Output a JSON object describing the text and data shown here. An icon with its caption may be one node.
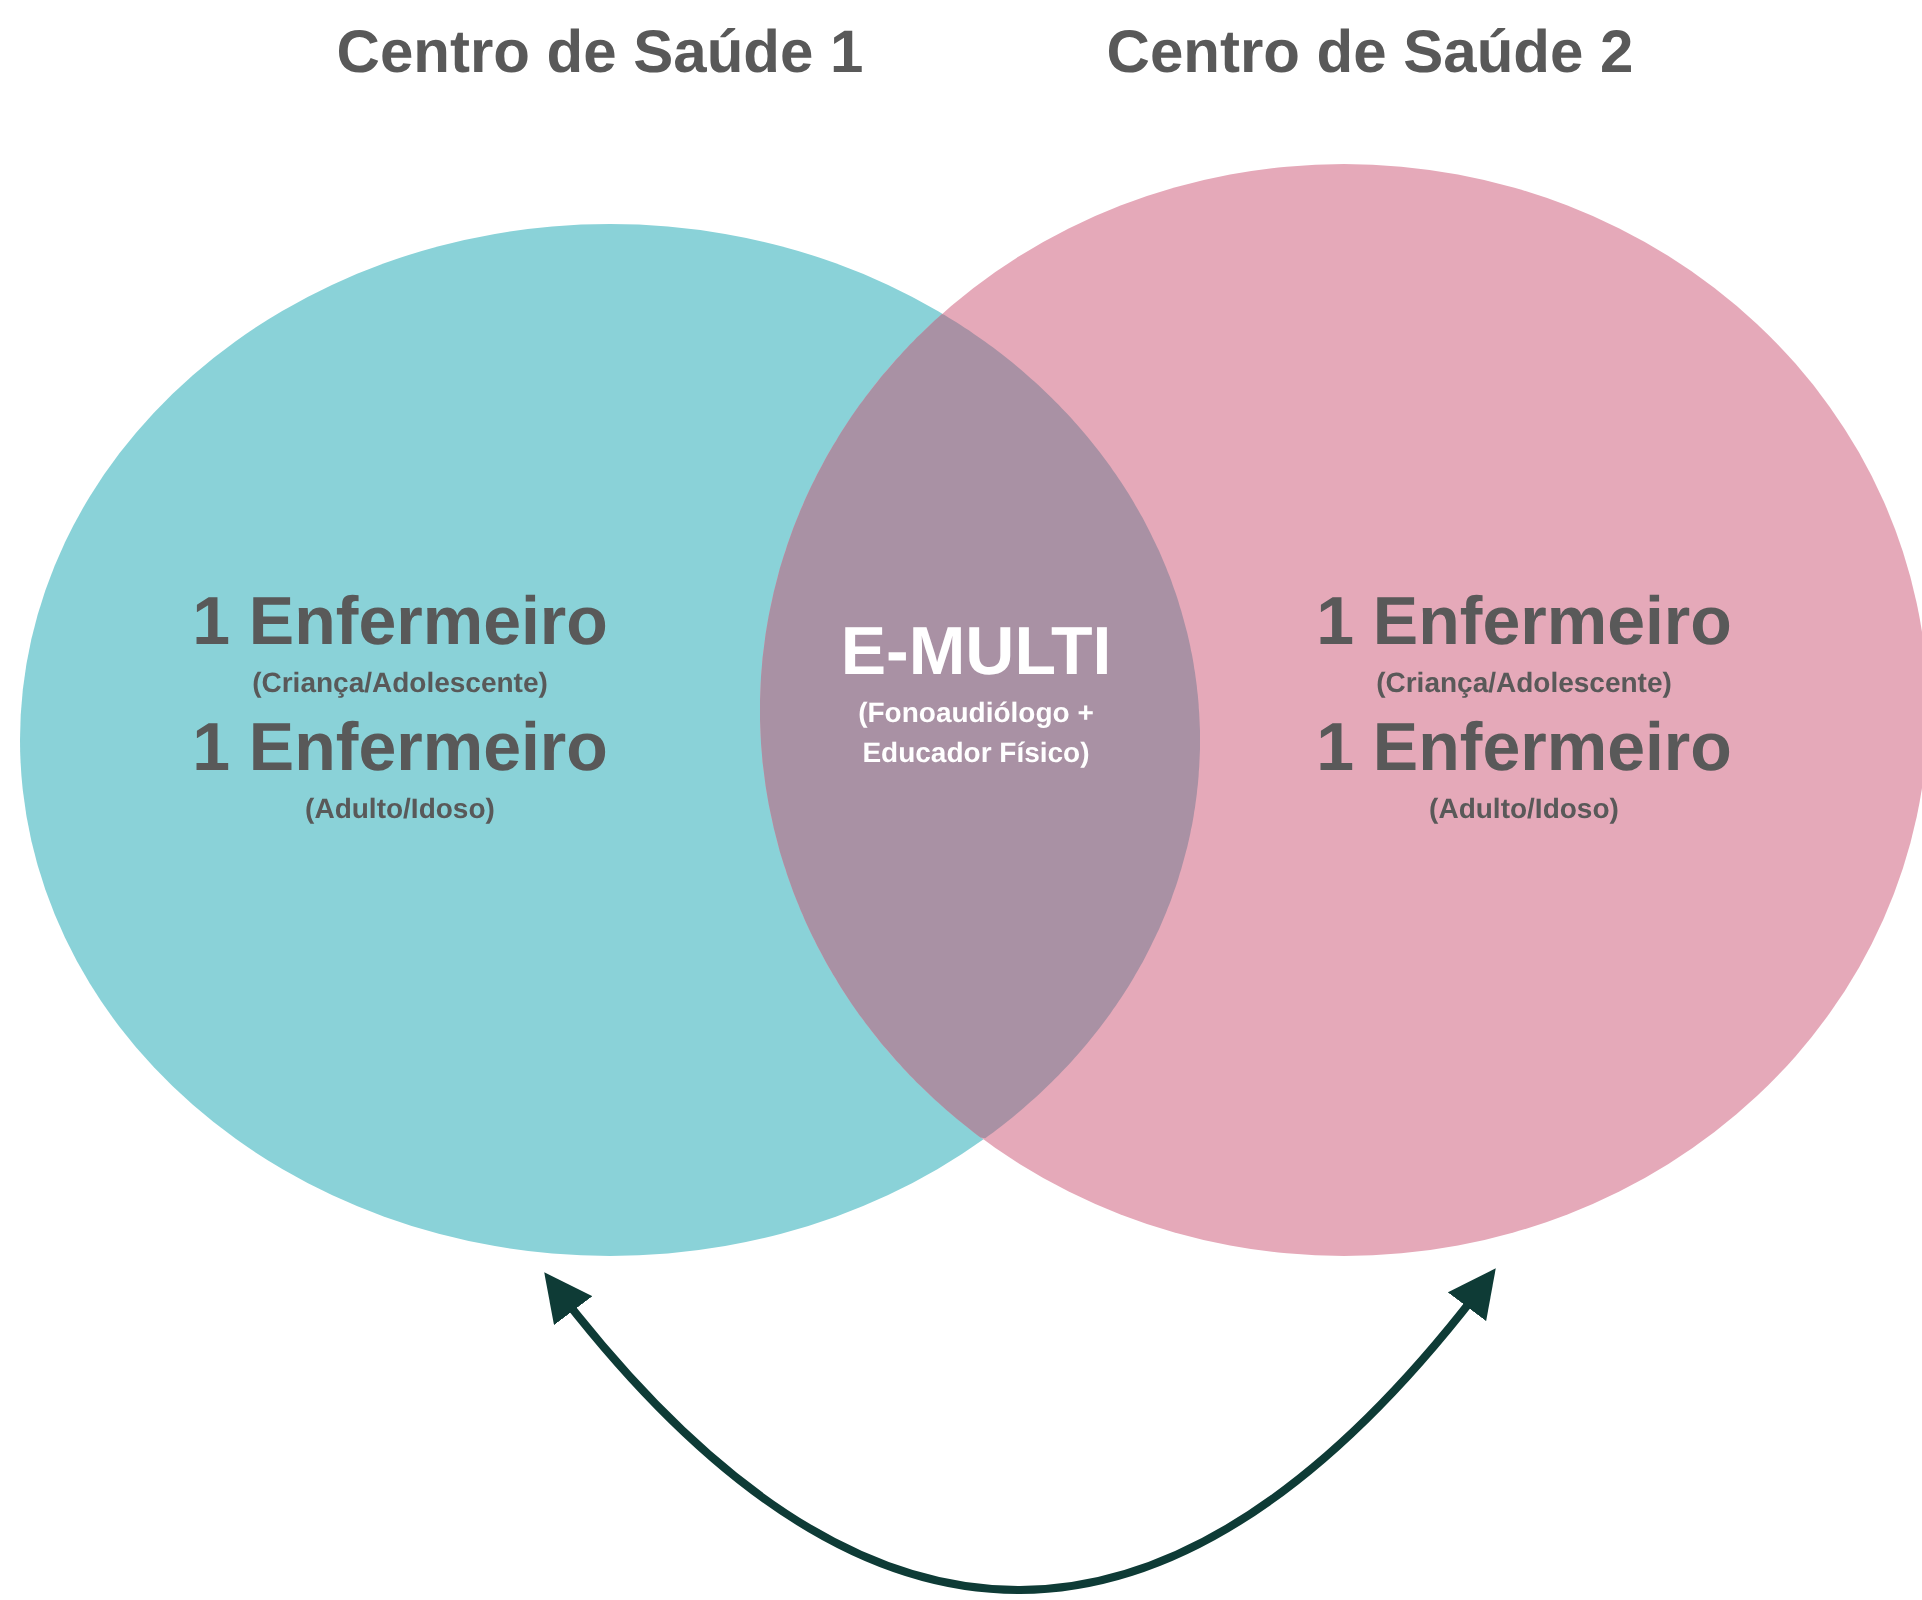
{
  "diagram": {
    "nodes": [
      {
        "text": [
          "Centro de Saúde 1",
          "1 Enfermeiro",
          "(Criança/Adolescente)",
          "1 Enfermeiro",
          "(Adulto/Idoso)"
        ]
      },
      {
        "text": [
          "Centro de Saúde 2",
          "1 Enfermeiro",
          "(Criança/Adolescente)",
          "1 Enfermeiro",
          "(Adulto/Idoso)"
        ]
      },
      {
        "text": [
          "E-MULTI",
          "(Fonoaudiólogo + Educador Físico)"
        ]
      }
    ],
    "edges": [
      {
        "from": 0,
        "to": 1,
        "arrow": "both"
      }
    ]
  }
}
